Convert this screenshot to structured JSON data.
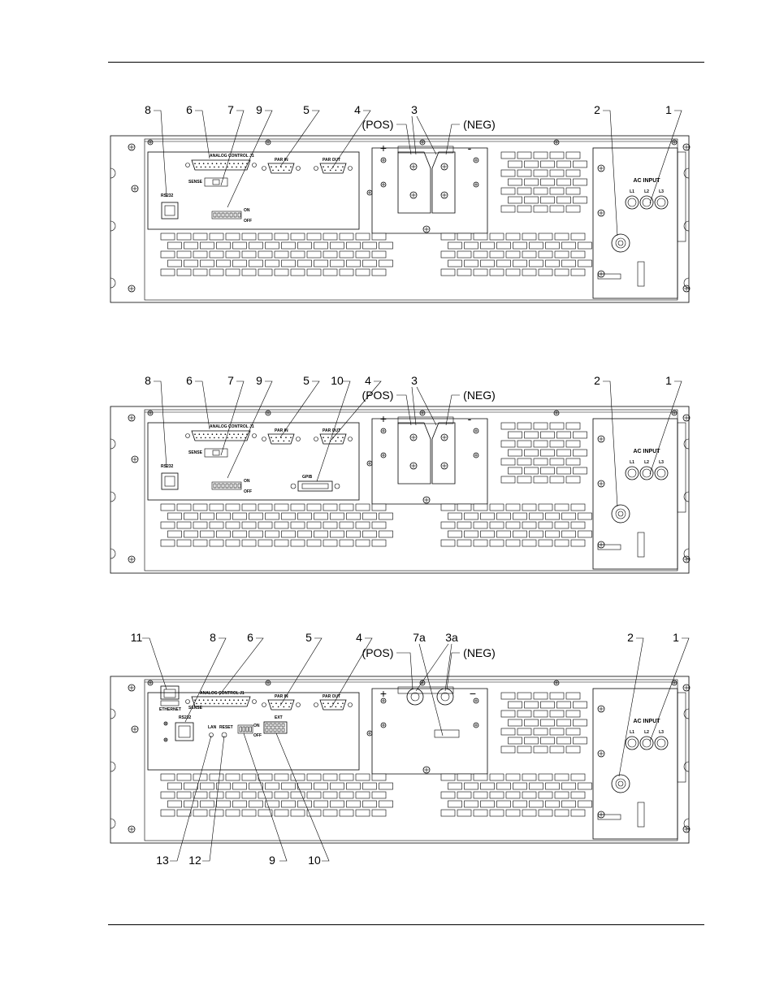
{
  "panels": [
    {
      "id": "panel-1",
      "callouts": [
        "8",
        "6",
        "7",
        "9",
        "5",
        "4",
        "3",
        "(POS)",
        "(NEG)",
        "2",
        "1"
      ],
      "labels": {
        "analog": "ANALOG CONTROL J1",
        "sense": "SENSE",
        "rs232": "RS232",
        "parin": "PAR IN",
        "parout": "PAR OUT",
        "ac": "AC INPUT",
        "l1": "L1",
        "l2": "L2",
        "l3": "L3",
        "on": "ON",
        "off": "OFF",
        "plus": "+",
        "minus": "-"
      }
    },
    {
      "id": "panel-2",
      "callouts": [
        "8",
        "6",
        "7",
        "9",
        "5",
        "10",
        "4",
        "3",
        "(POS)",
        "(NEG)",
        "2",
        "1"
      ],
      "labels": {
        "analog": "ANALOG CONTROL J1",
        "sense": "SENSE",
        "rs232": "RS232",
        "parin": "PAR IN",
        "parout": "PAR OUT",
        "gpib": "GPIB",
        "ac": "AC INPUT",
        "l1": "L1",
        "l2": "L2",
        "l3": "L3",
        "on": "ON",
        "off": "OFF",
        "plus": "+",
        "minus": "-"
      }
    },
    {
      "id": "panel-3",
      "callouts_top": [
        "11",
        "8",
        "6",
        "5",
        "4",
        "7a",
        "3a",
        "(POS)",
        "(NEG)",
        "2",
        "1"
      ],
      "callouts_bottom": [
        "13",
        "12",
        "9",
        "10"
      ],
      "labels": {
        "analog": "ANALOG CONTROL J1",
        "sense": "SENSE",
        "rs232": "RS232",
        "ethernet": "ETHERNET",
        "parin": "PAR IN",
        "parout": "PAR OUT",
        "lan": "LAN",
        "reset": "RESET",
        "ext": "EXT",
        "ac": "AC INPUT",
        "l1": "L1",
        "l2": "L2",
        "l3": "L3",
        "on": "ON",
        "off": "OFF",
        "plus": "+",
        "minus": "−"
      }
    }
  ]
}
